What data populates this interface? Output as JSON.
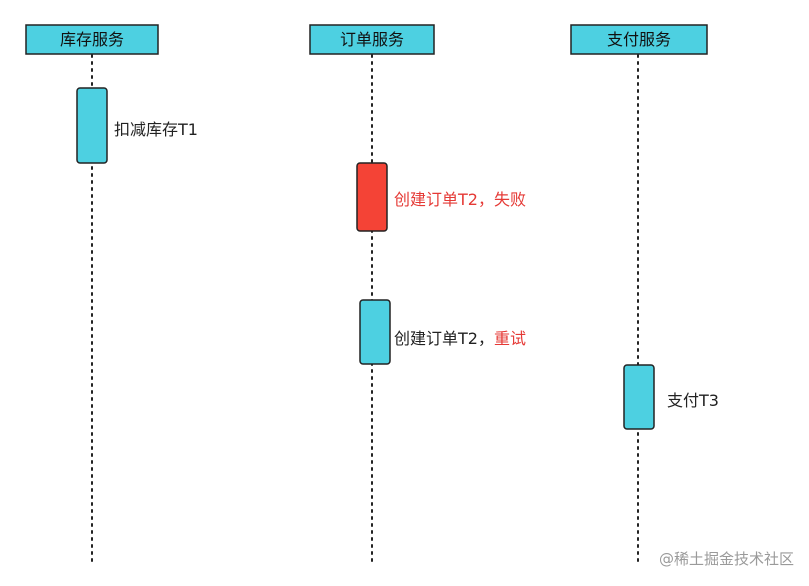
{
  "colors": {
    "lane_header_fill": "#4dd0e1",
    "activation_fill": "#4dd0e1",
    "failed_activation_fill": "#f44336",
    "border": "#222222",
    "lifeline": "#222222",
    "label_text": "#222222",
    "highlight_text": "#e53935",
    "watermark_text": "#9a9a9a"
  },
  "lanes": {
    "inventory": {
      "title": "库存服务"
    },
    "order": {
      "title": "订单服务"
    },
    "payment": {
      "title": "支付服务"
    }
  },
  "activations": {
    "deduct_inventory": {
      "label": "扣减库存T1",
      "status": "normal"
    },
    "create_order_failed": {
      "label": "创建订单T2，失败",
      "status": "failed"
    },
    "create_order_retry": {
      "label_prefix": "创建订单T2，",
      "label_highlight": "重试",
      "status": "retry"
    },
    "pay": {
      "label": "支付T3",
      "status": "normal"
    }
  },
  "watermark": {
    "text": "@稀土掘金技术社区"
  }
}
